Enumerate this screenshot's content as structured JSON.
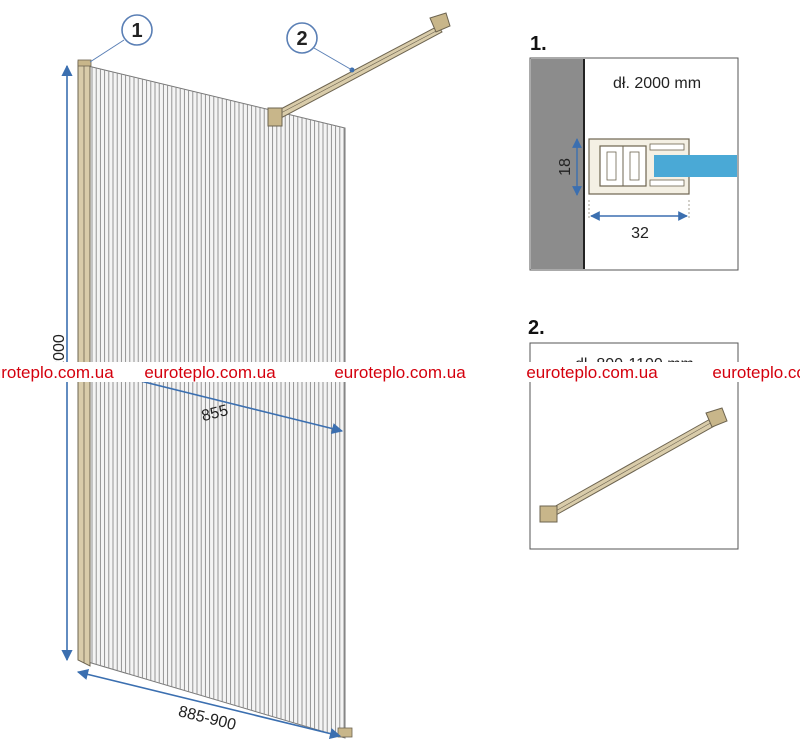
{
  "main": {
    "callout_1": "1",
    "callout_2": "2",
    "height_label": "2000",
    "glass_width_label": "855",
    "total_width_label": "885-900"
  },
  "detail_1": {
    "title": "1.",
    "length_label": "dł. 2000 mm",
    "depth_label": "18",
    "width_label": "32"
  },
  "detail_2": {
    "title": "2.",
    "length_label": "dł. 800-1100 mm"
  },
  "watermark": {
    "items": [
      "euroteplo.com.ua",
      "euroteplo.com.ua",
      "euroteplo.com.ua",
      "euroteplo.com.ua",
      "euroteplo.com.ua"
    ]
  },
  "colors": {
    "frame": "#c8b68a",
    "frame_dark": "#6d6450",
    "glass_line": "#8a8a8a",
    "dimension": "#3b6fb0",
    "wall": "#8c8c8c",
    "glass_blue": "#4aa9d6",
    "watermark": "#d4000d"
  }
}
